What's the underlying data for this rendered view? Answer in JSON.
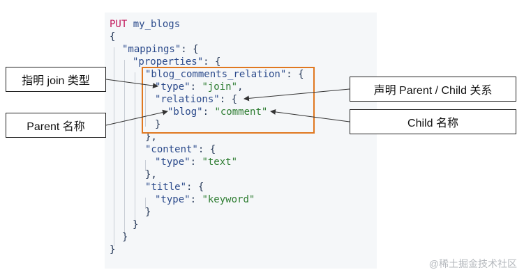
{
  "code": {
    "method": "PUT",
    "index": "my_blogs",
    "open_brace": "{",
    "mappings_key": "\"mappings\"",
    "properties_key": "\"properties\"",
    "relation_field_key": "\"blog_comments_relation\"",
    "type_key": "\"type\"",
    "join_value": "\"join\"",
    "relations_key": "\"relations\"",
    "parent_name": "\"blog\"",
    "child_name": "\"comment\"",
    "content_key": "\"content\"",
    "text_value": "\"text\"",
    "title_key": "\"title\"",
    "keyword_value": "\"keyword\"",
    "close_brace": "}"
  },
  "callouts": {
    "join_type": "指明 join 类型",
    "parent_name": "Parent 名称",
    "declare_relation": "声明 Parent / Child 关系",
    "child_name": "Child 名称"
  },
  "colors": {
    "highlight_box": "#e07820",
    "keyword": "#c2185b",
    "string_value": "#2e7d32"
  },
  "watermark": "@稀土掘金技术社区"
}
